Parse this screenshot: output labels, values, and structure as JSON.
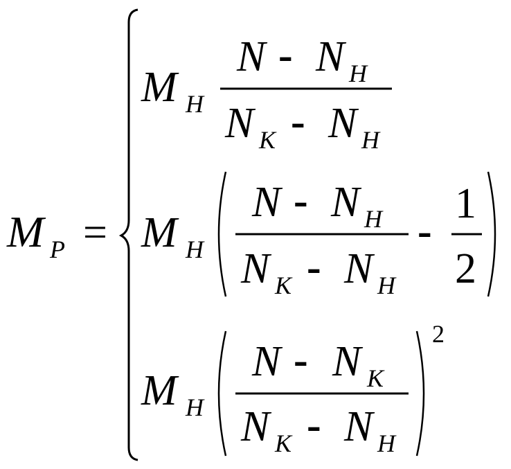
{
  "lhs": {
    "symbol": "M",
    "subscript": "P",
    "equals": "="
  },
  "cases": [
    {
      "coef": {
        "symbol": "M",
        "subscript": "H"
      },
      "numerator": {
        "a": "N",
        "op": "-",
        "b": "N",
        "b_sub": "H"
      },
      "denominator": {
        "a": "N",
        "a_sub": "K",
        "op": "-",
        "b": "N",
        "b_sub": "H"
      }
    },
    {
      "coef": {
        "symbol": "M",
        "subscript": "H"
      },
      "numerator": {
        "a": "N",
        "op": "-",
        "b": "N",
        "b_sub": "H"
      },
      "denominator": {
        "a": "N",
        "a_sub": "K",
        "op": "-",
        "b": "N",
        "b_sub": "H"
      },
      "minus": "-",
      "half": {
        "num": "1",
        "den": "2"
      }
    },
    {
      "coef": {
        "symbol": "M",
        "subscript": "H"
      },
      "numerator": {
        "a": "N",
        "op": "-",
        "b": "N",
        "b_sub": "K"
      },
      "denominator": {
        "a": "N",
        "a_sub": "K",
        "op": "-",
        "b": "N",
        "b_sub": "H"
      },
      "exponent": "2"
    }
  ]
}
